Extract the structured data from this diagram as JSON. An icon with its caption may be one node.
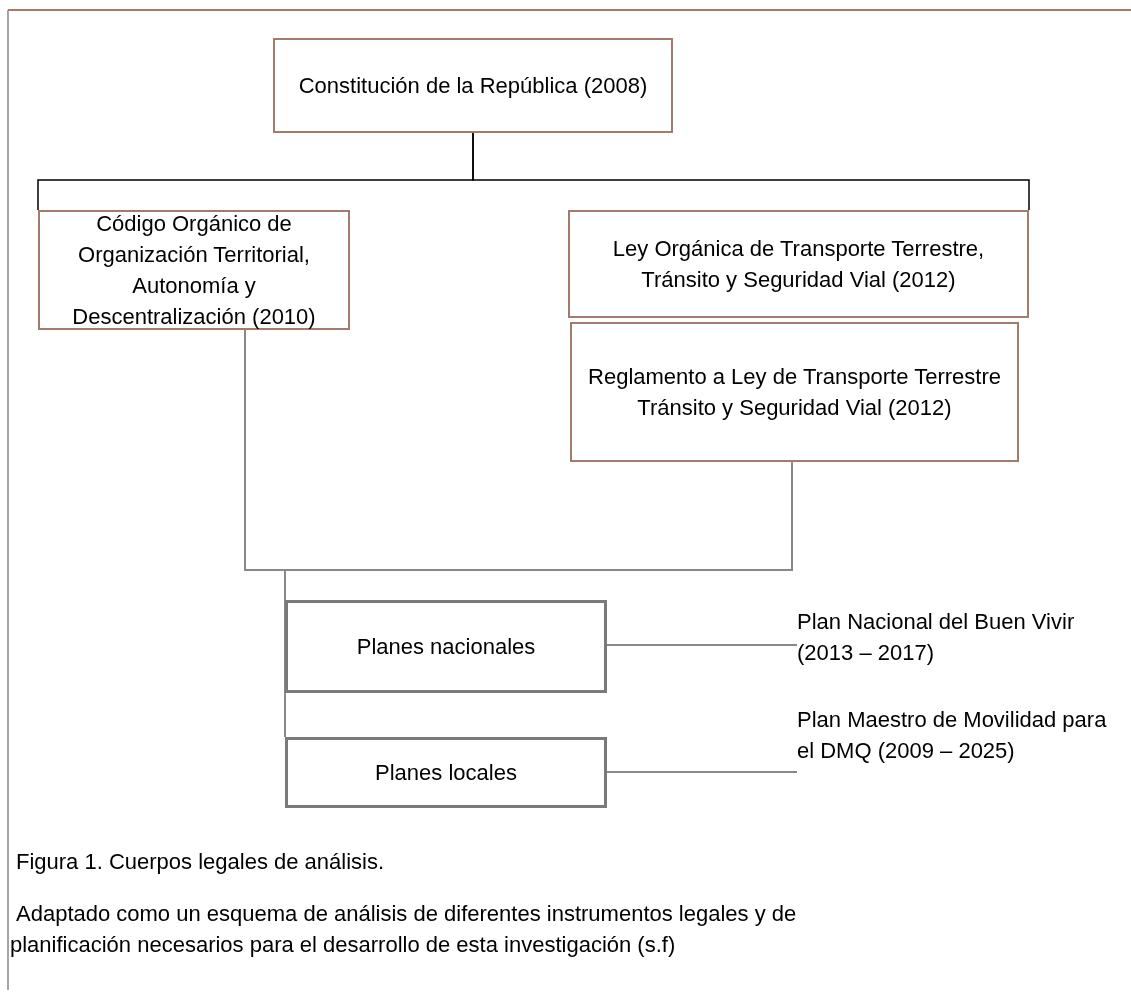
{
  "diagram": {
    "caption": "Figura 1. Cuerpos legales de análisis.",
    "nodes": [
      {
        "text": [
          "Constitución de la República (2008)"
        ]
      },
      {
        "text": [
          "Código Orgánico de Organización Territorial, Autonomía y Descentralización (2010)"
        ]
      },
      {
        "text": [
          "Ley Orgánica de Transporte Terrestre, Tránsito y Seguridad Vial (2012)"
        ]
      },
      {
        "text": [
          "Reglamento a Ley de Transporte Terrestre Tránsito y Seguridad Vial (2012)"
        ]
      },
      {
        "text": [
          "Planes nacionales"
        ]
      },
      {
        "text": [
          "Plan Nacional del Buen Vivir (2013 – 2017)"
        ]
      },
      {
        "text": [
          "Planes locales"
        ]
      },
      {
        "text": [
          "Plan Maestro de Movilidad para el DMQ (2009 – 2025)"
        ]
      }
    ],
    "edges": [
      {
        "from": 0,
        "to": 1,
        "arrow": "none",
        "color": "#000000"
      },
      {
        "from": 0,
        "to": 2,
        "arrow": "none",
        "color": "#000000"
      },
      {
        "from": 1,
        "to": 4,
        "arrow": "none"
      },
      {
        "from": 1,
        "to": 6,
        "arrow": "none"
      },
      {
        "from": 3,
        "to": 4,
        "arrow": "none"
      },
      {
        "from": 3,
        "to": 6,
        "arrow": "none"
      },
      {
        "from": 4,
        "to": 5,
        "arrow": "none"
      },
      {
        "from": 6,
        "to": 7,
        "arrow": "none"
      }
    ],
    "labels": [
      "Adaptado como un esquema de análisis de diferentes instrumentos legales y de planificación necesarios para el desarrollo de esta investigación (s.f)"
    ]
  }
}
